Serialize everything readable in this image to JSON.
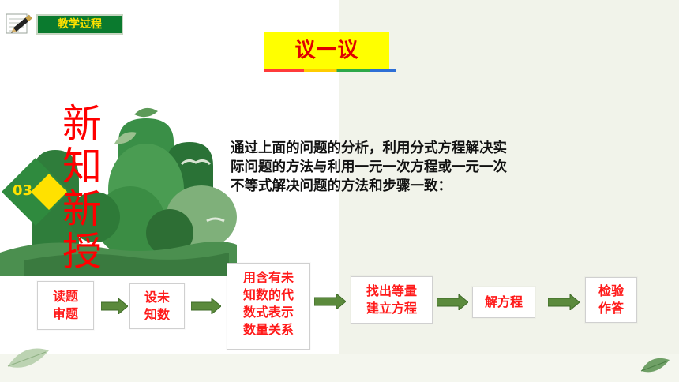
{
  "header": {
    "tag_label": "教学过程",
    "icon": "pen-notepad-icon"
  },
  "title": "议一议",
  "section": {
    "number": "03",
    "chars": [
      "新",
      "知",
      "新",
      "授"
    ]
  },
  "paragraph": {
    "lines": [
      "通过上面的问题的分析，利用分式方程解决实",
      "际问题的方法与利用一元一次方程或一元一次",
      "不等式解决问题的方法和步骤一致："
    ]
  },
  "steps": [
    {
      "lines": [
        "读题",
        "审题"
      ]
    },
    {
      "lines": [
        "设未",
        "知数"
      ]
    },
    {
      "lines": [
        "用含有未",
        "知数的代",
        "数式表示",
        "数量关系"
      ]
    },
    {
      "lines": [
        "找出等量",
        "建立方程"
      ]
    },
    {
      "lines": [
        "解方程"
      ]
    },
    {
      "lines": [
        "检验",
        "作答"
      ]
    }
  ],
  "colors": {
    "accent_green": "#0a7a2e",
    "title_bg": "#ffff00",
    "title_text": "#e00000",
    "step_text": "#ff1a1a",
    "arrow_fill": "#5b8a3c"
  }
}
